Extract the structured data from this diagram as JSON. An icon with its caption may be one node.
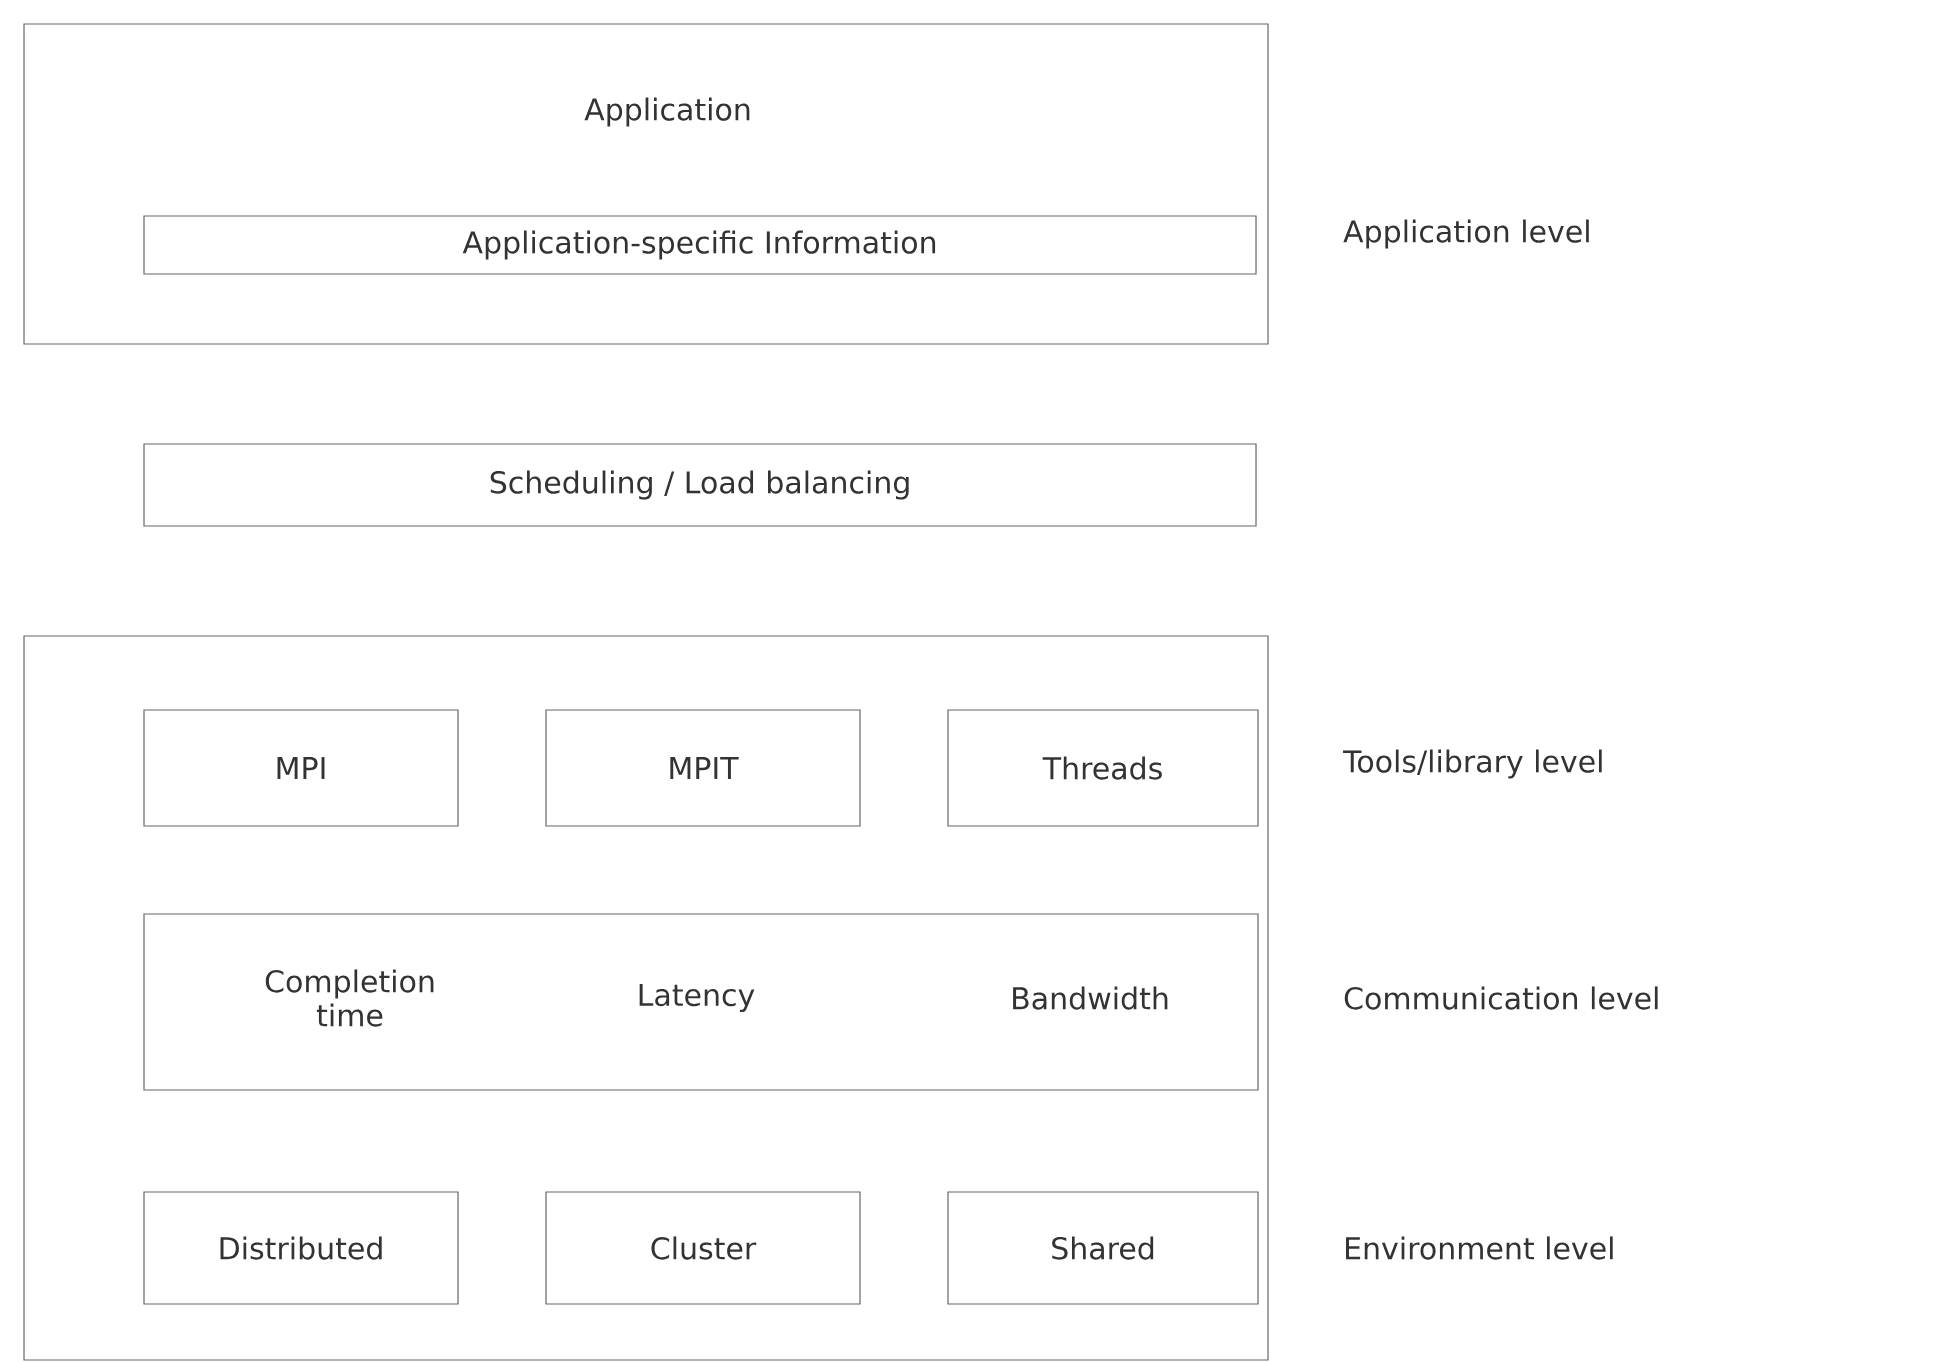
{
  "diagram": {
    "nodes": [
      {
        "text": [
          "Application"
        ]
      },
      {
        "text": [
          "Application-specific Information"
        ],
        "in": 0
      },
      {
        "text": [
          "Scheduling / Load balancing"
        ]
      },
      {
        "text": [],
        "shape": "box"
      },
      {
        "text": [
          "MPI"
        ],
        "in": 3
      },
      {
        "text": [
          "MPIT"
        ],
        "in": 3
      },
      {
        "text": [
          "Threads"
        ],
        "in": 3
      },
      {
        "text": [
          "Completion time",
          "Latency",
          "Bandwidth"
        ],
        "in": 3
      },
      {
        "text": [
          "Distributed"
        ],
        "in": 3
      },
      {
        "text": [
          "Cluster"
        ],
        "in": 3
      },
      {
        "text": [
          "Shared"
        ],
        "in": 3
      }
    ],
    "labels": [
      "Application level",
      "Tools/library level",
      "Communication level",
      "Environment level"
    ]
  }
}
